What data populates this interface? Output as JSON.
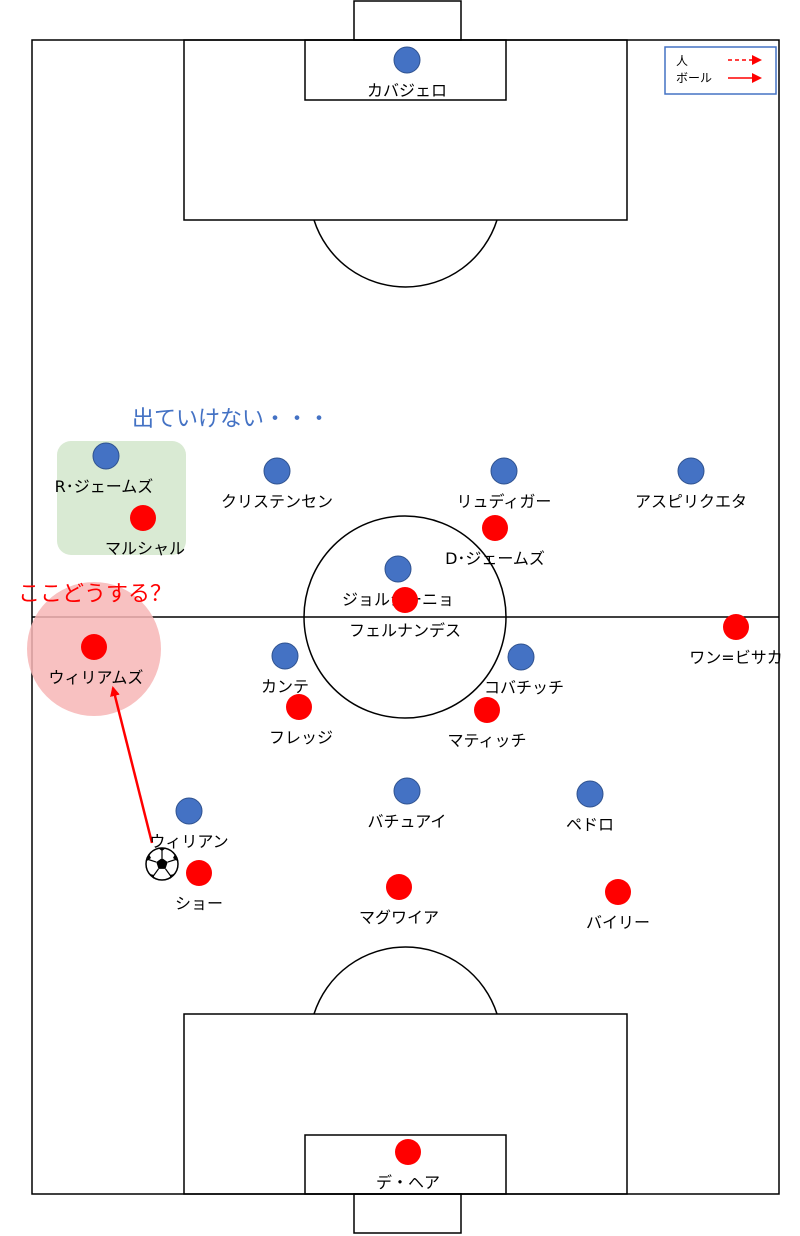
{
  "legend": {
    "person_label": "人",
    "ball_label": "ボール",
    "arrow_color": "#ff0000"
  },
  "notes": {
    "blue_note": "出ていけない・・・",
    "blue_note_color": "#4472c4",
    "red_note": "ここどうする？",
    "red_note_color": "#ff0000"
  },
  "colors": {
    "blue_team": "#4472c4",
    "red_team": "#ff0000",
    "highlight_green": "#d9ead3",
    "highlight_red": "#f7b6b6"
  },
  "blue_players": [
    {
      "id": "kepa",
      "name": "カバジェロ"
    },
    {
      "id": "rjames",
      "name": "R･ジェームズ"
    },
    {
      "id": "christensen",
      "name": "クリステンセン"
    },
    {
      "id": "rudiger",
      "name": "リュディガー"
    },
    {
      "id": "azpilicueta",
      "name": "アスピリクエタ"
    },
    {
      "id": "jorginho",
      "name": "ジョルジーニョ"
    },
    {
      "id": "kante",
      "name": "カンテ"
    },
    {
      "id": "kovacic",
      "name": "コバチッチ"
    },
    {
      "id": "willian",
      "name": "ウィリアン"
    },
    {
      "id": "batshuayi",
      "name": "バチュアイ"
    },
    {
      "id": "pedro",
      "name": "ペドロ"
    }
  ],
  "red_players": [
    {
      "id": "martial",
      "name": "マルシャル"
    },
    {
      "id": "djames",
      "name": "D･ジェームズ"
    },
    {
      "id": "fernandes",
      "name": "フェルナンデス"
    },
    {
      "id": "wanbissaka",
      "name": "ワン=ビサカ"
    },
    {
      "id": "williams",
      "name": "ウィリアムズ"
    },
    {
      "id": "fred",
      "name": "フレッジ"
    },
    {
      "id": "matic",
      "name": "マティッチ"
    },
    {
      "id": "shaw",
      "name": "ショー"
    },
    {
      "id": "maguire",
      "name": "マグワイア"
    },
    {
      "id": "bailly",
      "name": "バイリー"
    },
    {
      "id": "degea",
      "name": "デ・ヘア"
    }
  ],
  "ball": {
    "icon": "soccer-ball-icon"
  }
}
